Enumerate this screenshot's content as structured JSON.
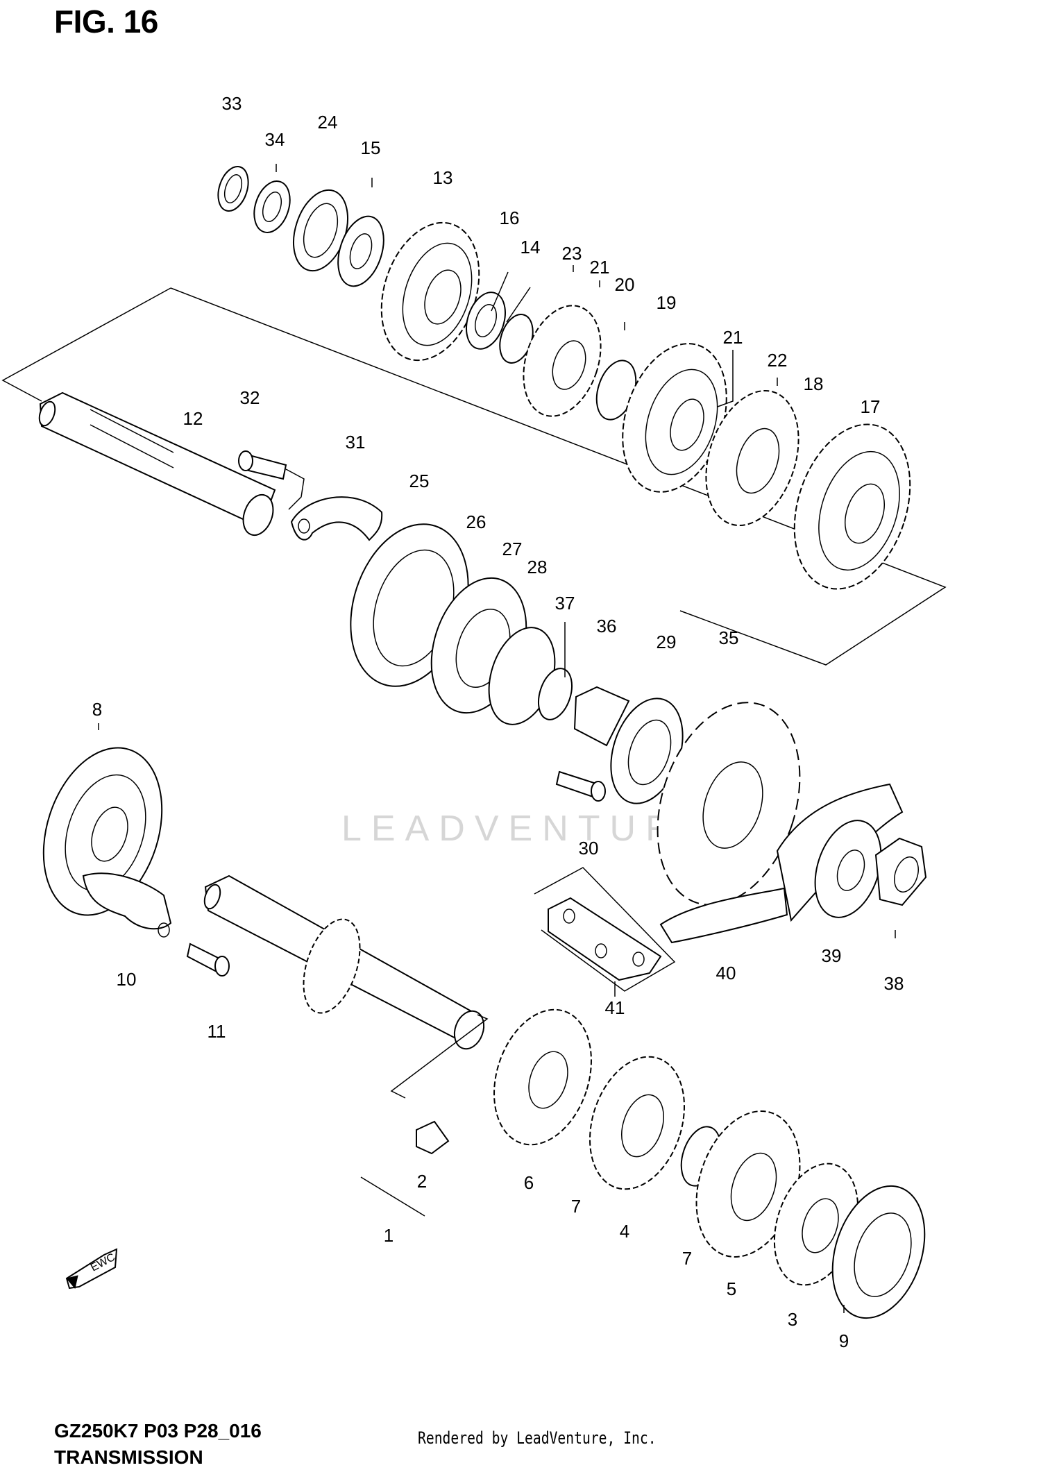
{
  "figure": {
    "title": "FIG. 16",
    "model_code": "GZ250K7 P03 P28_016",
    "section_title": "TRANSMISSION",
    "rendered_by": "Rendered by LeadVenture, Inc.",
    "watermark": "LEADVENTURE",
    "direction_mark": "EWC"
  },
  "callouts": [
    {
      "id": "c33",
      "label": "33"
    },
    {
      "id": "c34",
      "label": "34"
    },
    {
      "id": "c24",
      "label": "24"
    },
    {
      "id": "c15",
      "label": "15"
    },
    {
      "id": "c13",
      "label": "13"
    },
    {
      "id": "c16",
      "label": "16"
    },
    {
      "id": "c14",
      "label": "14"
    },
    {
      "id": "c23",
      "label": "23"
    },
    {
      "id": "c21a",
      "label": "21"
    },
    {
      "id": "c20",
      "label": "20"
    },
    {
      "id": "c19",
      "label": "19"
    },
    {
      "id": "c21b",
      "label": "21"
    },
    {
      "id": "c22",
      "label": "22"
    },
    {
      "id": "c18",
      "label": "18"
    },
    {
      "id": "c17",
      "label": "17"
    },
    {
      "id": "c32",
      "label": "32"
    },
    {
      "id": "c12",
      "label": "12"
    },
    {
      "id": "c31",
      "label": "31"
    },
    {
      "id": "c25",
      "label": "25"
    },
    {
      "id": "c26",
      "label": "26"
    },
    {
      "id": "c27",
      "label": "27"
    },
    {
      "id": "c28",
      "label": "28"
    },
    {
      "id": "c37",
      "label": "37"
    },
    {
      "id": "c36",
      "label": "36"
    },
    {
      "id": "c29",
      "label": "29"
    },
    {
      "id": "c35",
      "label": "35"
    },
    {
      "id": "c8",
      "label": "8"
    },
    {
      "id": "c30",
      "label": "30"
    },
    {
      "id": "c39",
      "label": "39"
    },
    {
      "id": "c38",
      "label": "38"
    },
    {
      "id": "c40",
      "label": "40"
    },
    {
      "id": "c41",
      "label": "41"
    },
    {
      "id": "c10",
      "label": "10"
    },
    {
      "id": "c11",
      "label": "11"
    },
    {
      "id": "c2",
      "label": "2"
    },
    {
      "id": "c6",
      "label": "6"
    },
    {
      "id": "c7a",
      "label": "7"
    },
    {
      "id": "c4",
      "label": "4"
    },
    {
      "id": "c7b",
      "label": "7"
    },
    {
      "id": "c5",
      "label": "5"
    },
    {
      "id": "c3",
      "label": "3"
    },
    {
      "id": "c9",
      "label": "9"
    },
    {
      "id": "c1",
      "label": "1"
    }
  ]
}
